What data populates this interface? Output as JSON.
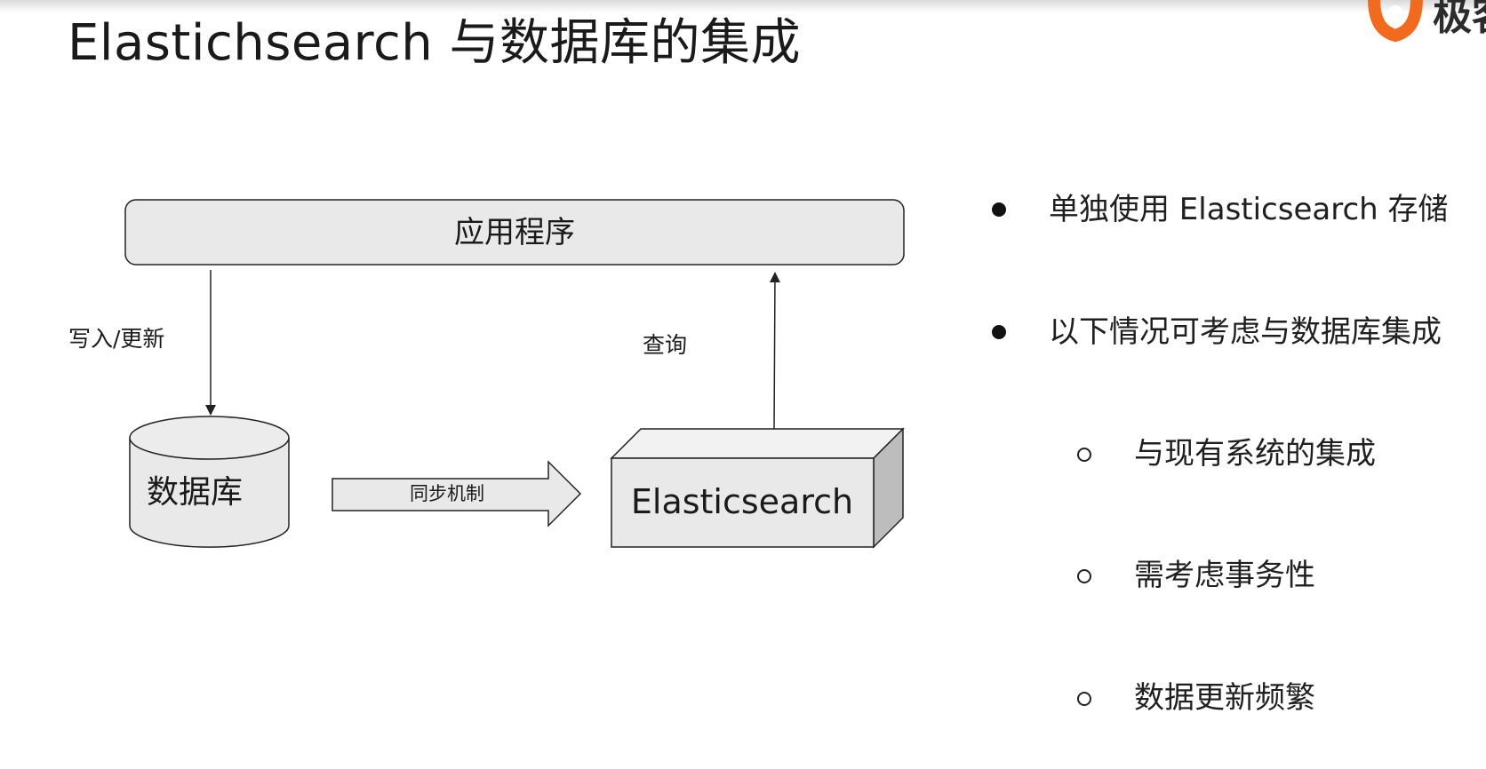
{
  "title": "Elastichsearch 与数据库的集成",
  "logo": {
    "text": "极客",
    "icon": "geek-logo-icon"
  },
  "diagram": {
    "app_label": "应用程序",
    "write_label": "写入/更新",
    "query_label": "查询",
    "db_label": "数据库",
    "sync_label": "同步机制",
    "es_label": "Elasticsearch"
  },
  "bullets": [
    {
      "level": 1,
      "text": "单独使用 Elasticsearch 存储"
    },
    {
      "level": 1,
      "text": "以下情况可考虑与数据库集成"
    },
    {
      "level": 2,
      "text": "与现有系统的集成"
    },
    {
      "level": 2,
      "text": "需考虑事务性"
    },
    {
      "level": 2,
      "text": "数据更新频繁"
    }
  ],
  "colors": {
    "box_fill": "#e9e9e9",
    "box_side": "#bdbdbd",
    "box_top": "#f2f2f2",
    "stroke": "#222222",
    "logo_orange": "#f26b1d"
  }
}
